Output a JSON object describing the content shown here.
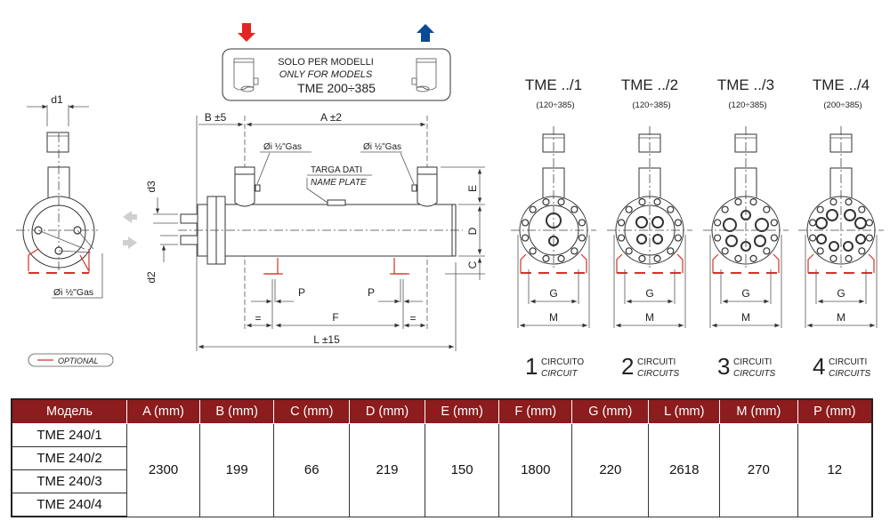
{
  "notice": {
    "line1": "SOLO PER MODELLI",
    "line2": "ONLY FOR MODELS",
    "line3": "TME 200÷385",
    "inlet_arrow": "down-arrow-icon",
    "outlet_arrow": "up-arrow-icon",
    "inlet_color": "#e52424",
    "outlet_color": "#0b4a94"
  },
  "side_view": {
    "d1": "d1",
    "d2": "d2",
    "d3": "d3",
    "gas_label": "Øi ½\"Gas"
  },
  "legend": {
    "optional": "OPTIONAL",
    "optional_color": "#d0342c"
  },
  "main_view": {
    "b_dim": "B ±5",
    "a_dim": "A ±2",
    "gas_left": "Øi ½\"Gas",
    "gas_right": "Øi ½\"Gas",
    "plate_it": "TARGA DATI",
    "plate_en": "NAME PLATE",
    "e_dim": "E",
    "d_dim": "D",
    "c_dim": "C",
    "d3": "d3",
    "d2": "d2",
    "p_left": "P",
    "p_right": "P",
    "eq_left": "=",
    "eq_right": "=",
    "f_dim": "F",
    "l_dim": "L ±15"
  },
  "variants": [
    {
      "title": "TME ../1",
      "range": "(120÷385)",
      "g": "G",
      "m": "M",
      "num": "1",
      "it": "CIRCUITO",
      "en": "CIRCUIT"
    },
    {
      "title": "TME ../2",
      "range": "(120÷385)",
      "g": "G",
      "m": "M",
      "num": "2",
      "it": "CIRCUITI",
      "en": "CIRCUITS"
    },
    {
      "title": "TME ../3",
      "range": "(120÷385)",
      "g": "G",
      "m": "M",
      "num": "3",
      "it": "CIRCUITI",
      "en": "CIRCUITS"
    },
    {
      "title": "TME ../4",
      "range": "(200÷385)",
      "g": "G",
      "m": "M",
      "num": "4",
      "it": "CIRCUITI",
      "en": "CIRCUITS"
    }
  ],
  "table": {
    "header_color": "#8c1c1d",
    "headers": [
      "Модель",
      "A (mm)",
      "B (mm)",
      "C (mm)",
      "D (mm)",
      "E (mm)",
      "F (mm)",
      "G (mm)",
      "L (mm)",
      "M (mm)",
      "P (mm)"
    ],
    "models": [
      "TME 240/1",
      "TME 240/2",
      "TME 240/3",
      "TME 240/4"
    ],
    "values": [
      "2300",
      "199",
      "66",
      "219",
      "150",
      "1800",
      "220",
      "2618",
      "270",
      "12"
    ]
  }
}
